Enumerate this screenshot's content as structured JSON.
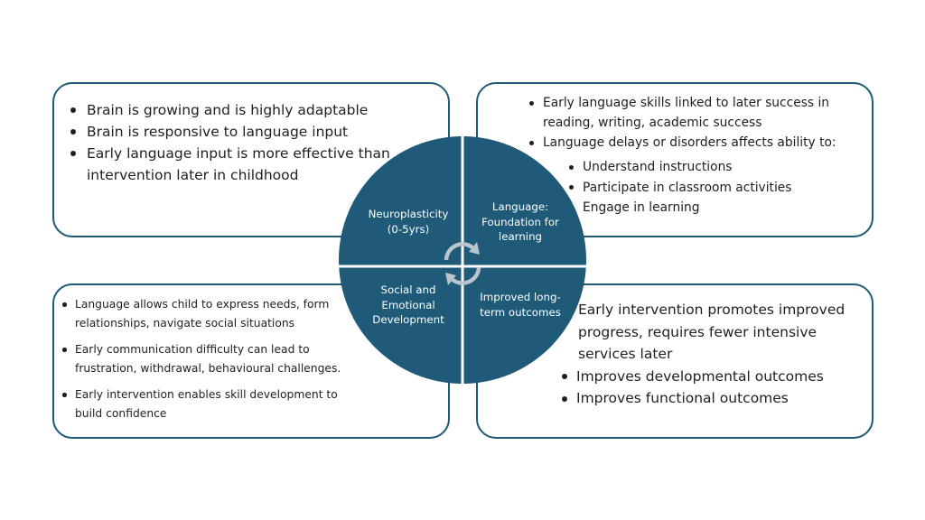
{
  "circle": {
    "colors": {
      "fill": "#1f5a78",
      "divider": "#ffffff",
      "arrows": "#b9c4cc"
    },
    "center_icon": "refresh-cycle-icon",
    "quadrants": {
      "top_left": "Neuroplasticity\n(0-5yrs)",
      "top_right": "Language:\nFoundation for\nlearning",
      "bottom_left": "Social and\nEmotional\nDevelopment",
      "bottom_right": "Improved long-\nterm outcomes"
    }
  },
  "boxes": {
    "top_left": {
      "bullets": [
        "Brain is growing and is highly adaptable",
        "Brain is responsive to language input",
        "Early language input is more effective than intervention later in childhood"
      ]
    },
    "top_right": {
      "bullets": [
        "Early language skills linked to later success in reading, writing, academic success",
        "Language delays or disorders affects ability to:"
      ],
      "sub_bullets": [
        "Understand instructions",
        "Participate in classroom activities",
        "Engage in learning"
      ]
    },
    "bottom_left": {
      "bullets": [
        "Language allows child to express needs, form relationships, navigate social situations",
        "Early communication difficulty can lead to frustration, withdrawal, behavioural challenges.",
        "Early intervention enables skill development to build confidence"
      ]
    },
    "bottom_right": {
      "bullets": [
        "Early intervention promotes improved progress, requires fewer intensive services later",
        "Improves developmental outcomes",
        "Improves functional outcomes"
      ]
    }
  }
}
